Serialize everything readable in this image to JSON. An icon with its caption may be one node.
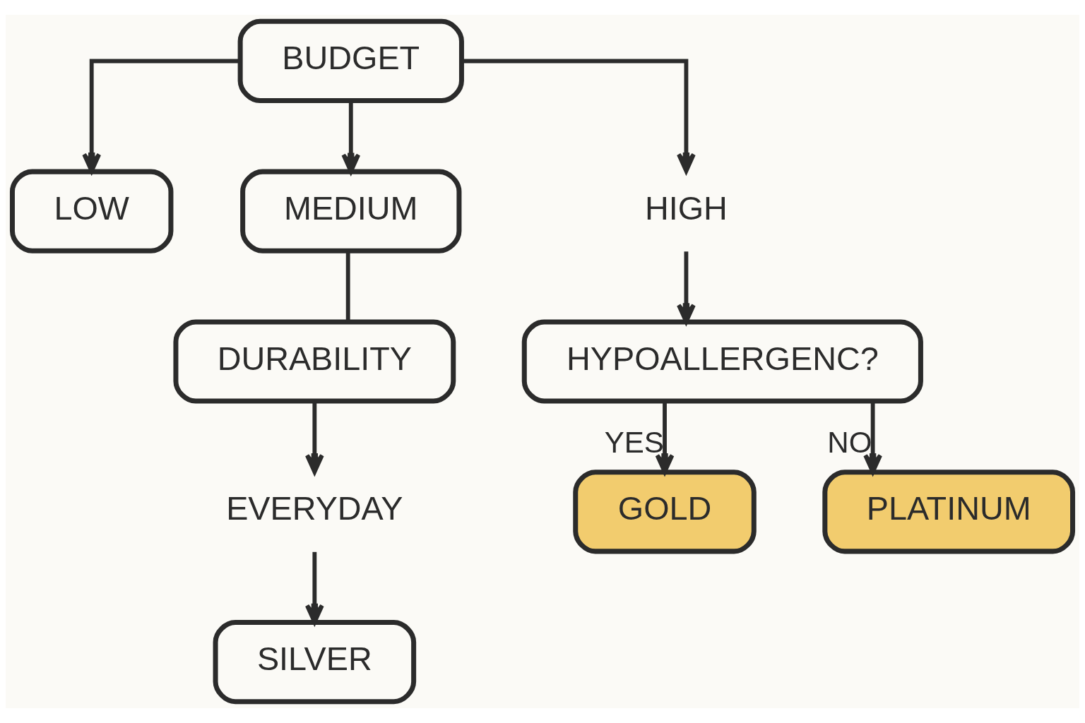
{
  "diagram": {
    "nodes": [
      {
        "text": [
          "BUDGET"
        ]
      },
      {
        "text": [
          "LOW"
        ]
      },
      {
        "text": [
          "MEDIUM"
        ]
      },
      {
        "text": [
          "HIGH"
        ]
      },
      {
        "text": [
          "DURABILITY"
        ]
      },
      {
        "text": [
          "EVERYDAY"
        ]
      },
      {
        "text": [
          "SILVER"
        ]
      },
      {
        "text": [
          "HYPOALLERGENC?"
        ]
      },
      {
        "text": [
          "GOLD"
        ]
      },
      {
        "text": [
          "PLATINUM"
        ]
      }
    ],
    "edges": [
      {
        "from": 0,
        "to": 1,
        "arrow": "to"
      },
      {
        "from": 0,
        "to": 2,
        "arrow": "to"
      },
      {
        "from": 0,
        "to": 3,
        "arrow": "to"
      },
      {
        "from": 2,
        "to": 4,
        "arrow": "none"
      },
      {
        "from": 4,
        "to": 5,
        "arrow": "to"
      },
      {
        "from": 5,
        "to": 6,
        "arrow": "to"
      },
      {
        "from": 3,
        "to": 7,
        "arrow": "to"
      },
      {
        "from": 7,
        "to": 8,
        "arrow": "to",
        "label": "YES"
      },
      {
        "from": 7,
        "to": 9,
        "arrow": "to",
        "label": "NO"
      }
    ]
  }
}
